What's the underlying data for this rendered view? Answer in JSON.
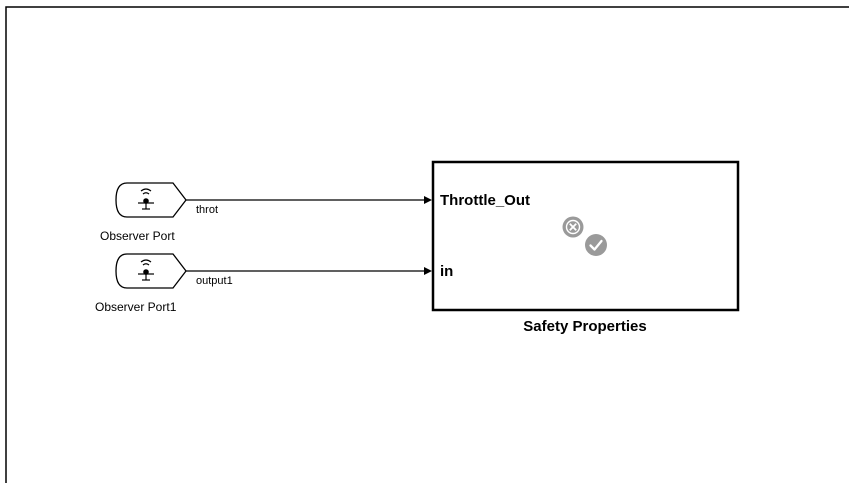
{
  "ports": [
    {
      "name": "Observer Port",
      "signal": "throt"
    },
    {
      "name": "Observer Port1",
      "signal": "output1"
    }
  ],
  "subsystem": {
    "name": "Safety Properties",
    "inputs": [
      "Throttle_Out",
      "in"
    ]
  },
  "icons": {
    "port_icon": "observer-antenna-icon",
    "fail_icon": "x-circle-icon",
    "pass_icon": "check-circle-icon"
  },
  "colors": {
    "line": "#000000",
    "status_gray": "#9a9a9a"
  }
}
